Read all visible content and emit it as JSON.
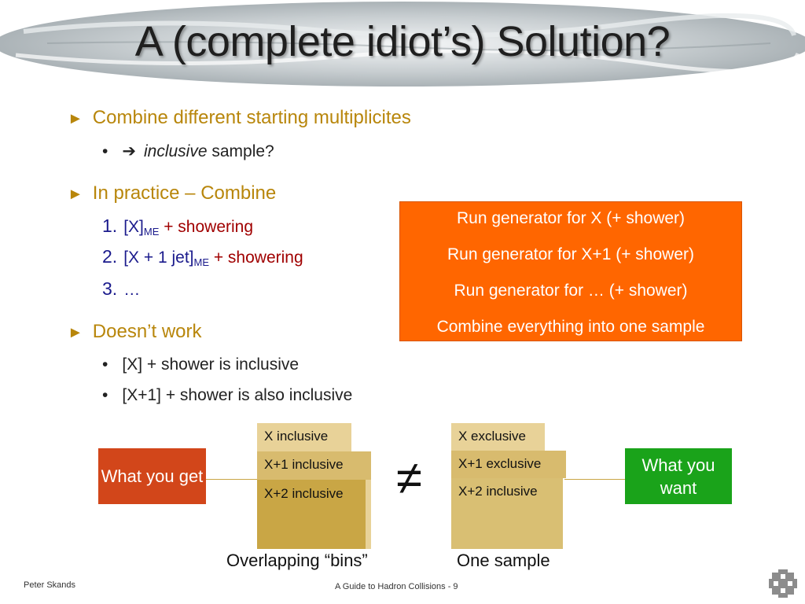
{
  "title": "A (complete idiot’s) Solution?",
  "bullets": {
    "combine": {
      "arrow": "►",
      "text": "Combine different starting multiplicites"
    },
    "inclusive_sample": {
      "dot": "•",
      "arrow": "➔",
      "italic": "inclusive",
      "rest": " sample?"
    },
    "in_practice": {
      "arrow": "►",
      "text": "In practice – Combine"
    },
    "numbered": [
      {
        "n": "1.",
        "main": "[X]",
        "sub": "ME",
        "tail": " + showering"
      },
      {
        "n": "2.",
        "main": "[X + 1 jet]",
        "sub": "ME",
        "tail": " + showering"
      },
      {
        "n": "3.",
        "main": "…",
        "sub": "",
        "tail": ""
      }
    ],
    "doesnt_work": {
      "arrow": "►",
      "text": "Doesn’t work"
    },
    "sub_items": [
      {
        "dot": "•",
        "text": "[X] + shower is inclusive"
      },
      {
        "dot": "•",
        "text": "[X+1] + shower is also inclusive"
      }
    ]
  },
  "orange_box": {
    "lines": [
      "Run generator for X (+ shower)",
      "Run generator for X+1 (+ shower)",
      "Run generator for … (+ shower)",
      "Combine everything into one sample"
    ]
  },
  "diagram": {
    "left_box": "What you get",
    "right_box": "What you want",
    "overlapping_labels": [
      "X inclusive",
      "X+1 inclusive",
      "X+2 inclusive"
    ],
    "exclusive_labels": [
      "X exclusive",
      "X+1 exclusive",
      "X+2 inclusive"
    ],
    "neq_symbol": "≠",
    "caption_left": "Overlapping “bins”",
    "caption_right": "One sample"
  },
  "footer": {
    "author": "Peter Skands",
    "center": "A Guide to Hadron Collisions - 9"
  },
  "colors": {
    "bullet_gold": "#b8860b",
    "orange_box": "#ff6600",
    "left_box": "#d2461a",
    "right_box": "#1aa31a",
    "bin_gold": "#c9a645"
  }
}
